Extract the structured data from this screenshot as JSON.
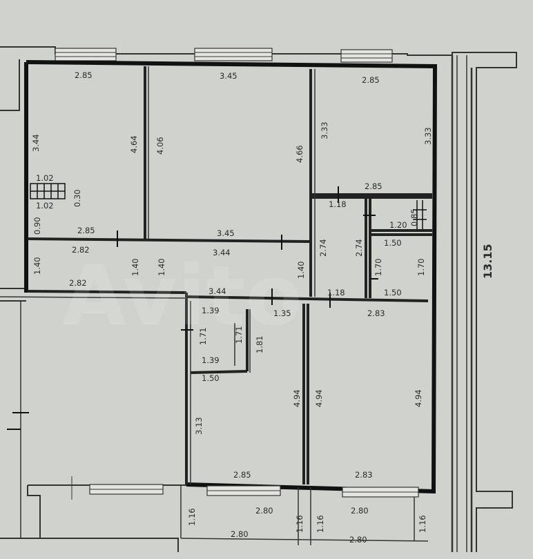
{
  "plan": {
    "overall_length": "13.15",
    "dimensions": {
      "r1_top": "2.85",
      "r1_side": "3.44",
      "r1_inner": "4.64",
      "r2_top": "3.45",
      "r2_left": "4.06",
      "r2_right": "4.66",
      "r3_top": "2.85",
      "r3_left": "3.33",
      "r3_right": "3.33",
      "wardrobe_top": "1.02",
      "wardrobe_bottom": "1.02",
      "wardrobe_side": "0.30",
      "wardrobe_left": "0.90",
      "r1_bottom": "2.85",
      "r2_bottom": "3.45",
      "corr_a_top": "2.82",
      "corr_a_bottom": "2.82",
      "corr_a_left": "1.40",
      "corr_a_right": "1.40",
      "corr_b_top": "3.44",
      "corr_b_bottom": "3.44",
      "corr_b_left": "1.40",
      "corr_b_right": "1.40",
      "kitchen_top": "2.85",
      "bath1_top": "1.18",
      "bath1_left": "2.74",
      "bath1_right": "2.74",
      "bath1_bottom": "1.18",
      "cl_top": "1.20",
      "cl_side": "0.85",
      "bath2_top": "1.50",
      "bath2_left": "1.70",
      "bath2_right": "1.70",
      "bath2_bottom": "1.50",
      "hall_top": "1.39",
      "hall_a": "1.71",
      "hall_b": "1.71",
      "hall_c": "1.81",
      "hall_bottom": "1.39",
      "hall_mid": "1.35",
      "hall_lower": "1.50",
      "r4_left": "3.13",
      "r4_right": "4.94",
      "r4_bottom": "2.85",
      "r5_top": "2.83",
      "r5_left": "4.94",
      "r5_right": "4.94",
      "r5_bottom": "2.83",
      "balc_left_top": "2.80",
      "balc_left_side": "1.16",
      "balc_left_side2": "1.16",
      "balc_left_bottom": "2.80",
      "balc_right_top": "2.80",
      "balc_right_side": "1.16",
      "balc_right_side2": "1.16",
      "balc_right_bottom": "2.80"
    }
  }
}
